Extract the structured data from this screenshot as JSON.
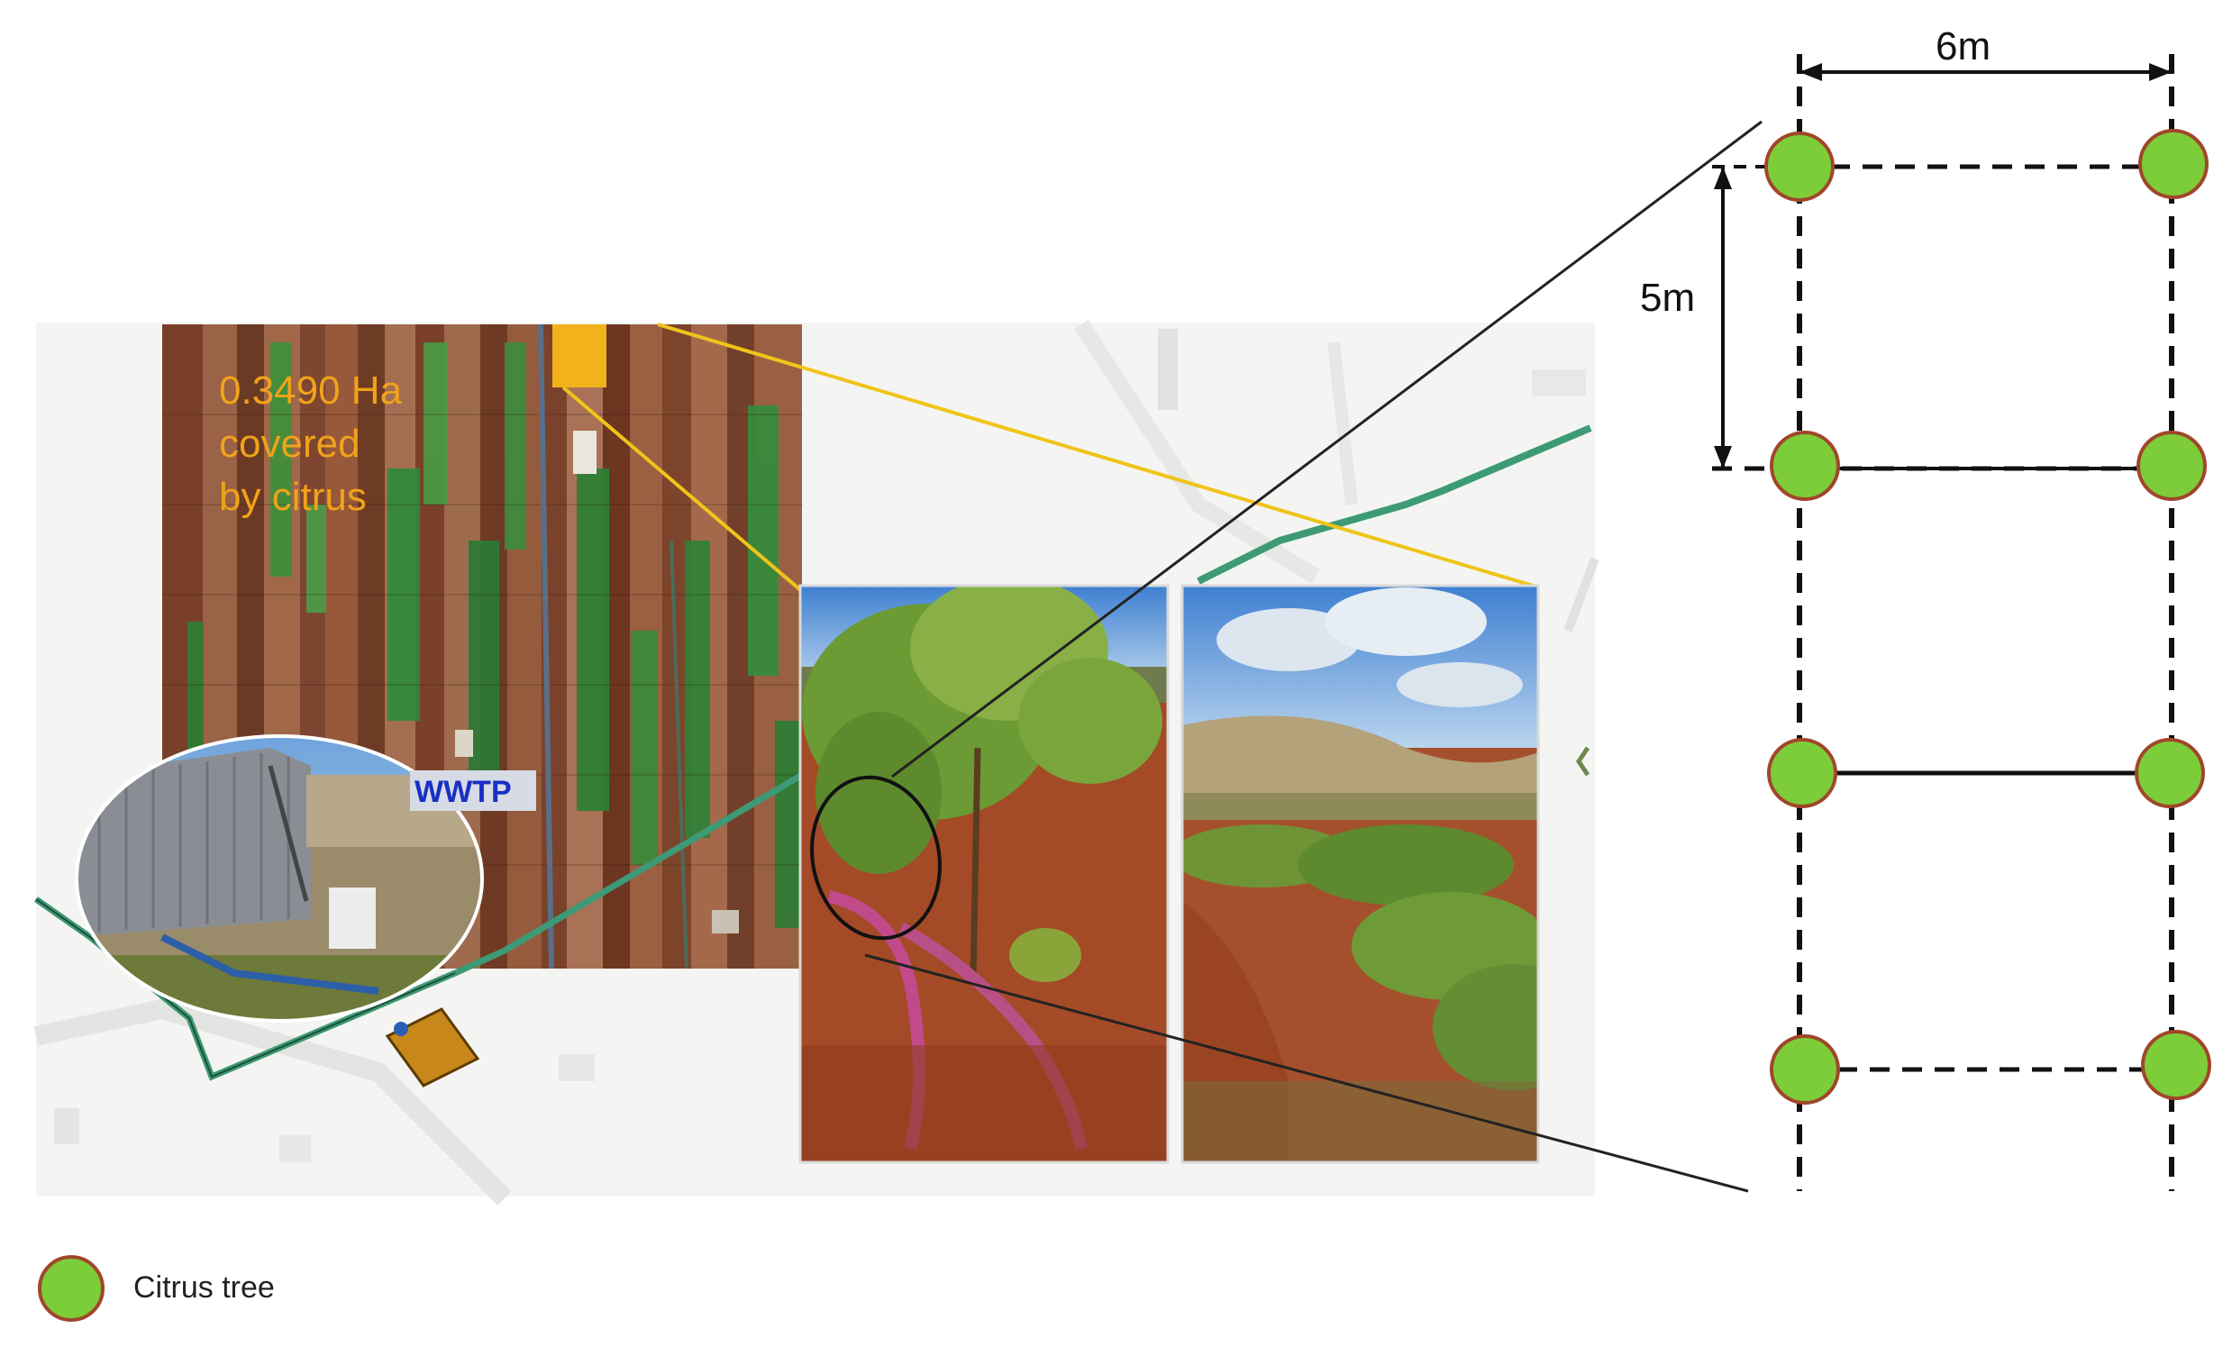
{
  "aerial_map": {
    "area_label_lines": [
      "0.3490 Ha",
      "covered",
      "by citrus"
    ],
    "wwtp_label": "WWTP"
  },
  "photos": {
    "close_up": "citrus tree with drip irrigation hose",
    "orchard": "citrus orchard rows under hillside"
  },
  "spacing_diagram": {
    "horizontal_spacing": "6m",
    "vertical_spacing": "5m",
    "tree_color": "#7dcc3a",
    "tree_outline_color": "#a0462a"
  },
  "legend": {
    "label": "Citrus tree"
  },
  "colors": {
    "pipeline": "#3d9a76",
    "zoom_line": "#f0c419",
    "connector": "#222222"
  }
}
